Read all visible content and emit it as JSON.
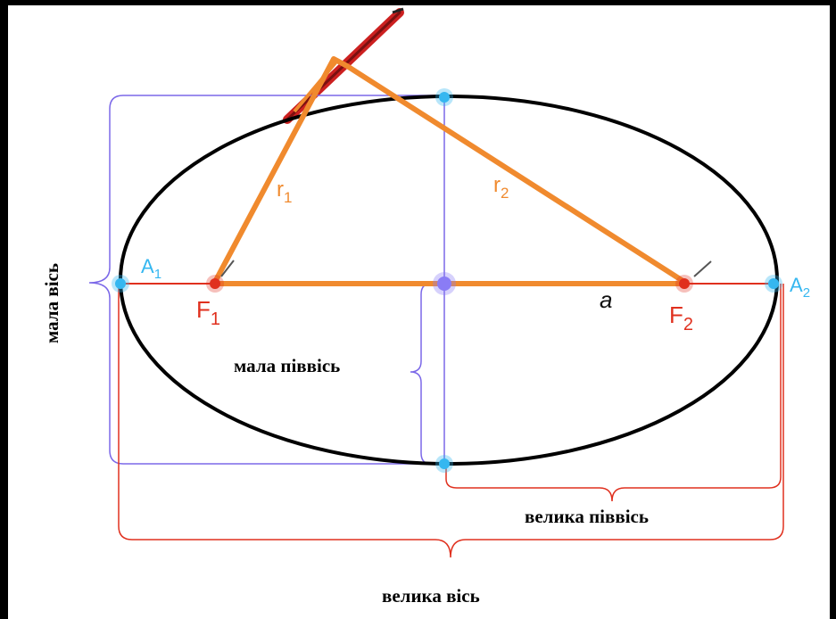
{
  "labels": {
    "a1": "A",
    "a1_sub": "1",
    "a2": "A",
    "a2_sub": "2",
    "f1": "F",
    "f1_sub": "1",
    "f2": "F",
    "f2_sub": "2",
    "r1": "r",
    "r1_sub": "1",
    "r2": "r",
    "r2_sub": "2",
    "a": "a",
    "minor_axis": "мала вісь",
    "minor_semi_axis": "мала піввісь",
    "major_semi_axis": "велика піввісь",
    "major_axis": "велика вісь"
  },
  "colors": {
    "ellipse": "#000000",
    "focal_lines": "#f08a2e",
    "major_axis_line": "#e0301e",
    "minor_axis_line": "#7b68e8",
    "vertex_points": "#35b7f0",
    "focus_points": "#e0301e",
    "center_point": "#8a7cf5",
    "focus_text": "#e0301e",
    "vertex_text": "#35b7f0",
    "r_text": "#f08a2e",
    "pencil": "#cc2020"
  }
}
